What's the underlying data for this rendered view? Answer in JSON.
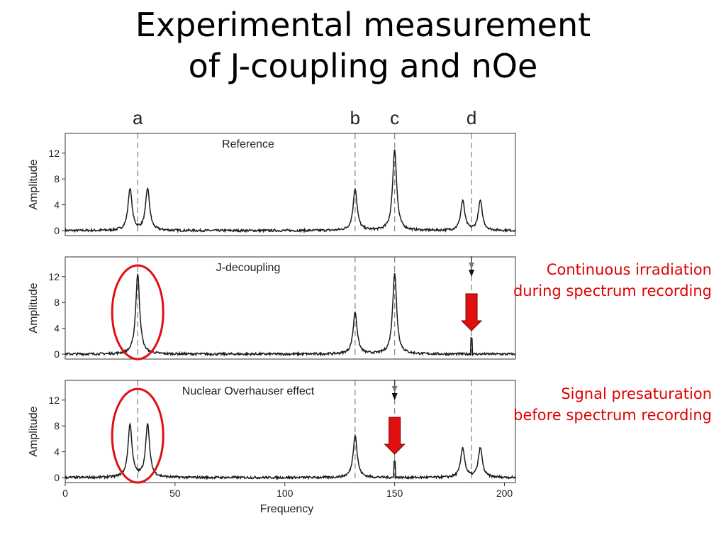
{
  "title": {
    "line1": "Experimental measurement",
    "line2": "of J-coupling and nOe"
  },
  "annotations": {
    "irradiation": {
      "line1": "Continuous irradiation",
      "line2": "during spectrum recording",
      "color": "#e00000"
    },
    "presaturation": {
      "line1": "Signal presaturation",
      "line2": "before spectrum recording",
      "color": "#e00000"
    }
  },
  "chart_data": {
    "type": "line",
    "xlabel": "Frequency",
    "ylabel": "Amplitude",
    "xlim": [
      0,
      205
    ],
    "ylim": [
      0,
      15
    ],
    "xticks": [
      0,
      50,
      100,
      150,
      200
    ],
    "yticks": [
      0,
      4,
      8,
      12
    ],
    "grid": false,
    "peak_labels": [
      {
        "label": "a",
        "x": 33
      },
      {
        "label": "b",
        "x": 132
      },
      {
        "label": "c",
        "x": 150
      },
      {
        "label": "d",
        "x": 185
      }
    ],
    "panels": [
      {
        "name": "Reference",
        "peaks": [
          {
            "x": 29.5,
            "height": 6.5
          },
          {
            "x": 37.5,
            "height": 6.5
          },
          {
            "x": 132,
            "height": 6.5
          },
          {
            "x": 150,
            "height": 12.6
          },
          {
            "x": 181,
            "height": 4.6
          },
          {
            "x": 189,
            "height": 4.6
          }
        ],
        "irradiated_at": null,
        "highlight_circle": false
      },
      {
        "name": "J-decoupling",
        "peaks": [
          {
            "x": 33,
            "height": 12.4
          },
          {
            "x": 132,
            "height": 6.5
          },
          {
            "x": 150,
            "height": 12.6
          }
        ],
        "irradiated_at": 185,
        "highlight_circle": true
      },
      {
        "name": "Nuclear Overhauser effect",
        "peaks": [
          {
            "x": 29.5,
            "height": 8.2
          },
          {
            "x": 37.5,
            "height": 8.2
          },
          {
            "x": 132,
            "height": 6.6
          },
          {
            "x": 181,
            "height": 4.6
          },
          {
            "x": 189,
            "height": 4.6
          }
        ],
        "irradiated_at": 150,
        "highlight_circle": true
      }
    ],
    "colors": {
      "trace": "#1a1a1a",
      "guide": "#8a8a8a",
      "circle": "#e01010",
      "arrow": "#e01010"
    }
  }
}
